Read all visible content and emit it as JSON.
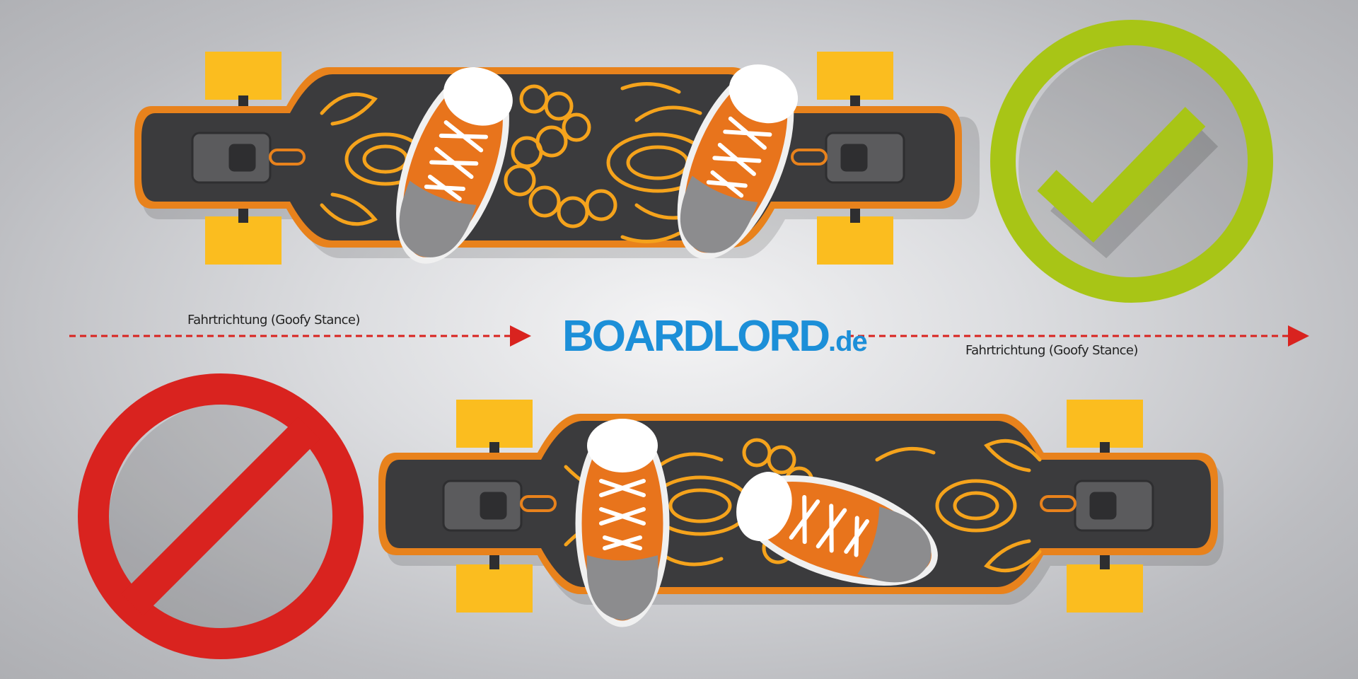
{
  "direction_label_top": "Fahrtrichtung (Goofy Stance)",
  "direction_label_bottom": "Fahrtrichtung (Goofy Stance)",
  "logo": {
    "brand": "BOARDLORD",
    "tld": ".de"
  },
  "colors": {
    "deck": "#3b3b3d",
    "deck_rim": "#e8821c",
    "artwork": "#f5a31c",
    "wheel": "#fbbd1f",
    "truck": "#5b5b5d",
    "shoe": "#e8741c",
    "approved": "#a8c516",
    "forbidden": "#d9231f",
    "arrow": "#d9231f",
    "logo": "#1c8fd8"
  },
  "icons": {
    "approved": "check-circle-icon",
    "forbidden": "prohibited-icon",
    "direction": "arrow-right-icon"
  }
}
